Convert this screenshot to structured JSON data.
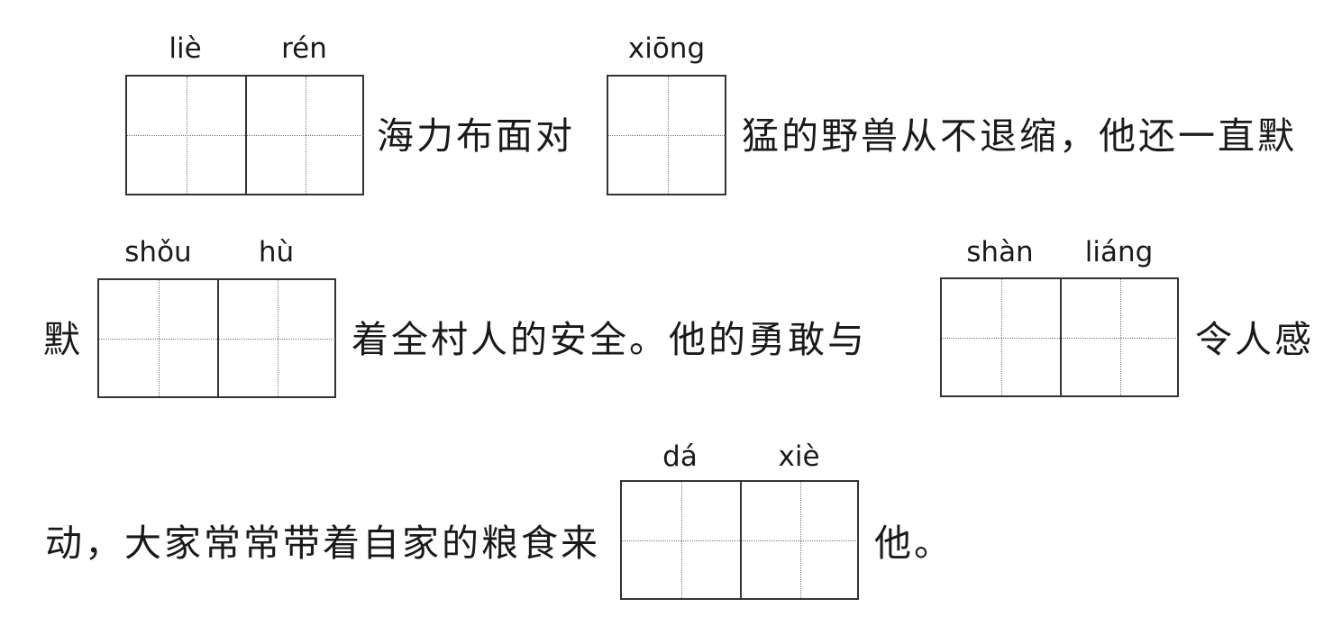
{
  "rows": [
    {
      "pinyin": [
        "liè",
        "rén",
        "xiōng"
      ],
      "segments": [
        "海力布面对",
        "猛的野兽从不退缩，他还一直默"
      ]
    },
    {
      "pinyin": [
        "shǒu",
        "hù",
        "shàn",
        "liáng"
      ],
      "segments": [
        "默",
        "着全村人的安全。他的勇敢与",
        "令人感"
      ]
    },
    {
      "pinyin": [
        "dá",
        "xiè"
      ],
      "segments": [
        "动，大家常常带着自家的粮食来",
        "他。"
      ]
    }
  ]
}
